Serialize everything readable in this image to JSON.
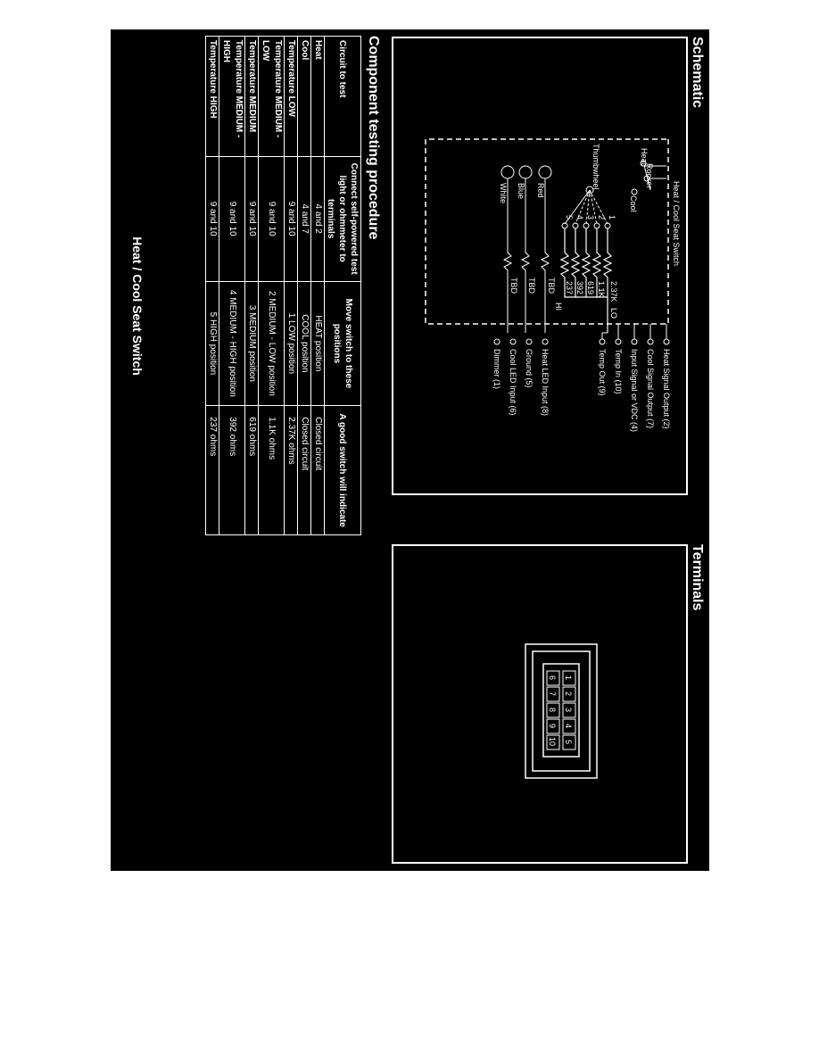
{
  "schematic": {
    "heading": "Schematic",
    "switch_title": "Heat / Cool Seat Switch",
    "labels": {
      "rocker": "Rocker",
      "heat": "Heat",
      "cool": "Cool",
      "thumbwheel": "Thumbwheel",
      "red": "Red",
      "blue": "Blue",
      "white": "White",
      "lo": "LO",
      "hi": "HI"
    },
    "positions": [
      "1",
      "2",
      "3",
      "4",
      "5"
    ],
    "resistors": [
      "2.37K",
      "1.1K",
      "619",
      "392",
      "237",
      "TBD",
      "TBD",
      "TBD"
    ],
    "outputs": [
      "Heat Signal Output (2)",
      "Cool Signal Output (7)",
      "Input Signal or VDC (4)",
      "Temp In (10)",
      "Temp Out (9)",
      "Heat LED Input (8)",
      "Ground (5)",
      "Cool LED Input (6)",
      "Dimmer (1)"
    ]
  },
  "terminals": {
    "heading": "Terminals",
    "pins_top": [
      "1",
      "2",
      "3",
      "4",
      "5"
    ],
    "pins_bottom": [
      "6",
      "7",
      "8",
      "9",
      "10"
    ]
  },
  "procedure": {
    "heading": "Component testing procedure",
    "columns": [
      "Circuit to test",
      "Connect self-powered test light or ohmmeter to terminals",
      "Move switch to these positions",
      "A good switch will indicate"
    ],
    "rows": [
      [
        "Heat",
        "4 and 2",
        "HEAT position",
        "Closed circuit"
      ],
      [
        "Cool",
        "4 and 7",
        "COOL position",
        "Closed circuit"
      ],
      [
        "Temperature LOW",
        "9 and 10",
        "1  LOW position",
        "2.37K ohms"
      ],
      [
        "Temperature MEDIUM - LOW",
        "9 and 10",
        "2  MEDIUM - LOW position",
        "1.1K ohms"
      ],
      [
        "Temperature MEDIUM",
        "9 and 10",
        "3  MEDIUM position",
        "619 ohms"
      ],
      [
        "Temperature MEDIUM - HIGH",
        "9 and 10",
        "4  MEDIUM - HIGH position",
        "392 ohms"
      ],
      [
        "Temperature HIGH",
        "9 and 10",
        "5 HIGH position",
        "237 ohms"
      ]
    ]
  },
  "caption": "Heat / Cool Seat Switch"
}
